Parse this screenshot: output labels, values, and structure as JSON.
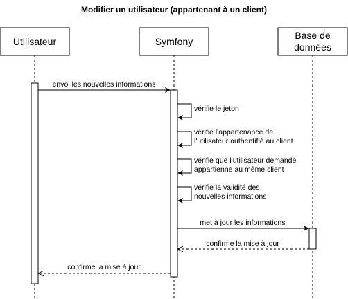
{
  "title": "Modifier un utilisateur (appartenant à un client)",
  "participants": [
    {
      "id": "user",
      "label_lines": [
        "Utilisateur"
      ]
    },
    {
      "id": "app",
      "label_lines": [
        "Symfony"
      ]
    },
    {
      "id": "db",
      "label_lines": [
        "Base de",
        "données"
      ]
    }
  ],
  "messages": [
    {
      "id": "envoi",
      "from": "user",
      "to": "app",
      "style": "solid",
      "lines": [
        "envoi les nouvelles informations"
      ]
    },
    {
      "id": "jeton",
      "from": "app",
      "to": "app",
      "style": "solid",
      "lines": [
        "vérifie le jeton"
      ]
    },
    {
      "id": "appartenance",
      "from": "app",
      "to": "app",
      "style": "solid",
      "lines": [
        "vérifie l'appartenance de",
        "l'utilisateur authentifié au client"
      ]
    },
    {
      "id": "demande",
      "from": "app",
      "to": "app",
      "style": "solid",
      "lines": [
        "vérifie que l'utilisateur demandé",
        "appartienne au même client"
      ]
    },
    {
      "id": "validite",
      "from": "app",
      "to": "app",
      "style": "solid",
      "lines": [
        "vérifie la validité des",
        "nouvelles informations"
      ]
    },
    {
      "id": "maj",
      "from": "app",
      "to": "db",
      "style": "solid",
      "lines": [
        "met à jour les informations"
      ]
    },
    {
      "id": "confirm-db",
      "from": "db",
      "to": "app",
      "style": "dashed",
      "lines": [
        "confirme la mise à jour"
      ]
    },
    {
      "id": "confirm-user",
      "from": "app",
      "to": "user",
      "style": "dashed",
      "lines": [
        "confirme la mise à jour"
      ]
    }
  ]
}
